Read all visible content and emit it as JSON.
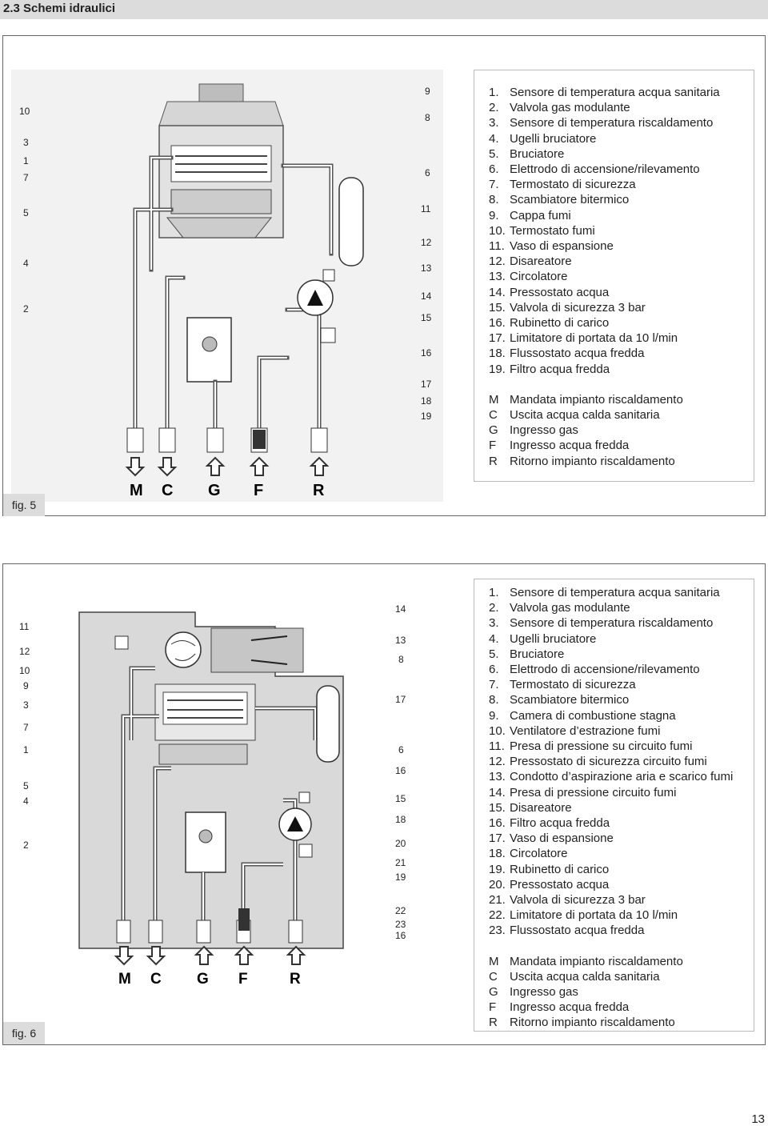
{
  "section_title": "2.3 Schemi idraulici",
  "figure5": {
    "label": "fig. 5",
    "legend": [
      {
        "num": "1.",
        "text": "Sensore di temperatura acqua sanitaria"
      },
      {
        "num": "2.",
        "text": "Valvola gas modulante"
      },
      {
        "num": "3.",
        "text": "Sensore di temperatura riscaldamento"
      },
      {
        "num": "4.",
        "text": "Ugelli bruciatore"
      },
      {
        "num": "5.",
        "text": "Bruciatore"
      },
      {
        "num": "6.",
        "text": "Elettrodo di accensione/rilevamento"
      },
      {
        "num": "7.",
        "text": "Termostato di sicurezza"
      },
      {
        "num": "8.",
        "text": "Scambiatore bitermico"
      },
      {
        "num": "9.",
        "text": "Cappa fumi"
      },
      {
        "num": "10.",
        "text": "Termostato fumi"
      },
      {
        "num": "11.",
        "text": "Vaso di espansione"
      },
      {
        "num": "12.",
        "text": "Disareatore"
      },
      {
        "num": "13.",
        "text": "Circolatore"
      },
      {
        "num": "14.",
        "text": "Pressostato acqua"
      },
      {
        "num": "15.",
        "text": "Valvola di sicurezza 3 bar"
      },
      {
        "num": "16.",
        "text": "Rubinetto di carico"
      },
      {
        "num": "17.",
        "text": "Limitatore di portata da 10 l/min"
      },
      {
        "num": "18.",
        "text": "Flussostato acqua fredda"
      },
      {
        "num": "19.",
        "text": "Filtro acqua fredda"
      }
    ],
    "connections": [
      {
        "key": "M",
        "text": "Mandata impianto riscaldamento"
      },
      {
        "key": "C",
        "text": "Uscita acqua calda sanitaria"
      },
      {
        "key": "G",
        "text": "Ingresso gas"
      },
      {
        "key": "F",
        "text": "Ingresso acqua fredda"
      },
      {
        "key": "R",
        "text": "Ritorno impianto riscaldamento"
      }
    ],
    "left_callouts": [
      "10",
      "3",
      "1",
      "7",
      "5",
      "4",
      "2"
    ],
    "right_callouts": [
      "9",
      "8",
      "6",
      "11",
      "12",
      "13",
      "14",
      "15",
      "16",
      "17",
      "18",
      "19"
    ],
    "bottom_letters": [
      "M",
      "C",
      "G",
      "F",
      "R"
    ]
  },
  "figure6": {
    "label": "fig. 6",
    "legend": [
      {
        "num": "1.",
        "text": "Sensore di temperatura acqua sanitaria"
      },
      {
        "num": "2.",
        "text": "Valvola gas modulante"
      },
      {
        "num": "3.",
        "text": "Sensore di temperatura riscaldamento"
      },
      {
        "num": "4.",
        "text": "Ugelli bruciatore"
      },
      {
        "num": "5.",
        "text": "Bruciatore"
      },
      {
        "num": "6.",
        "text": "Elettrodo di accensione/rilevamento"
      },
      {
        "num": "7.",
        "text": "Termostato di sicurezza"
      },
      {
        "num": "8.",
        "text": "Scambiatore bitermico"
      },
      {
        "num": "9.",
        "text": "Camera di combustione stagna"
      },
      {
        "num": "10.",
        "text": "Ventilatore d’estrazione fumi"
      },
      {
        "num": "11.",
        "text": "Presa di pressione su circuito fumi"
      },
      {
        "num": "12.",
        "text": "Pressostato di sicurezza circuito fumi"
      },
      {
        "num": "13.",
        "text": "Condotto d’aspirazione aria e scarico fumi"
      },
      {
        "num": "14.",
        "text": "Presa di pressione circuito fumi"
      },
      {
        "num": "15.",
        "text": "Disareatore"
      },
      {
        "num": "16.",
        "text": "Filtro acqua fredda"
      },
      {
        "num": "17.",
        "text": "Vaso di espansione"
      },
      {
        "num": "18.",
        "text": "Circolatore"
      },
      {
        "num": "19.",
        "text": "Rubinetto di carico"
      },
      {
        "num": "20.",
        "text": "Pressostato acqua"
      },
      {
        "num": "21.",
        "text": "Valvola di sicurezza 3 bar"
      },
      {
        "num": "22.",
        "text": "Limitatore di portata da 10 l/min"
      },
      {
        "num": "23.",
        "text": "Flussostato acqua fredda"
      }
    ],
    "connections": [
      {
        "key": "M",
        "text": "Mandata impianto riscaldamento"
      },
      {
        "key": "C",
        "text": "Uscita acqua calda sanitaria"
      },
      {
        "key": "G",
        "text": "Ingresso gas"
      },
      {
        "key": "F",
        "text": "Ingresso acqua fredda"
      },
      {
        "key": "R",
        "text": "Ritorno impianto riscaldamento"
      }
    ],
    "left_callouts": [
      "11",
      "12",
      "10",
      "9",
      "3",
      "7",
      "1",
      "5",
      "4",
      "2"
    ],
    "right_callouts": [
      "14",
      "13",
      "8",
      "17",
      "6",
      "16",
      "15",
      "18",
      "20",
      "21",
      "19",
      "22",
      "23",
      "16"
    ],
    "bottom_letters": [
      "M",
      "C",
      "G",
      "F",
      "R"
    ]
  },
  "page_number": "13"
}
